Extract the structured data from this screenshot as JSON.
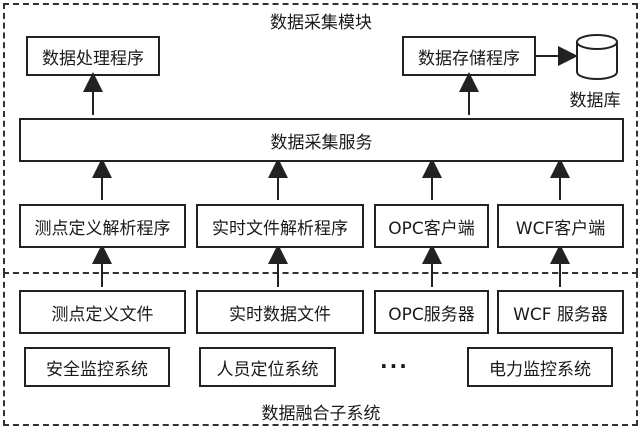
{
  "acquisition_module": {
    "title": "数据采集模块",
    "data_processing": "数据处理程序",
    "data_storage": "数据存储程序",
    "database": "数据库",
    "service": "数据采集服务",
    "parsers": [
      "测点定义解析程序",
      "实时文件解析程序",
      "OPC客户端",
      "WCF客户端"
    ]
  },
  "fusion_subsystem": {
    "title": "数据融合子系统",
    "sources": [
      "测点定义文件",
      "实时数据文件",
      "OPC服务器",
      "WCF 服务器"
    ],
    "systems": [
      "安全监控系统",
      "人员定位系统",
      "电力监控系统"
    ],
    "ellipsis": "···"
  },
  "colors": {
    "line": "#222222",
    "dashed": "#333333"
  }
}
